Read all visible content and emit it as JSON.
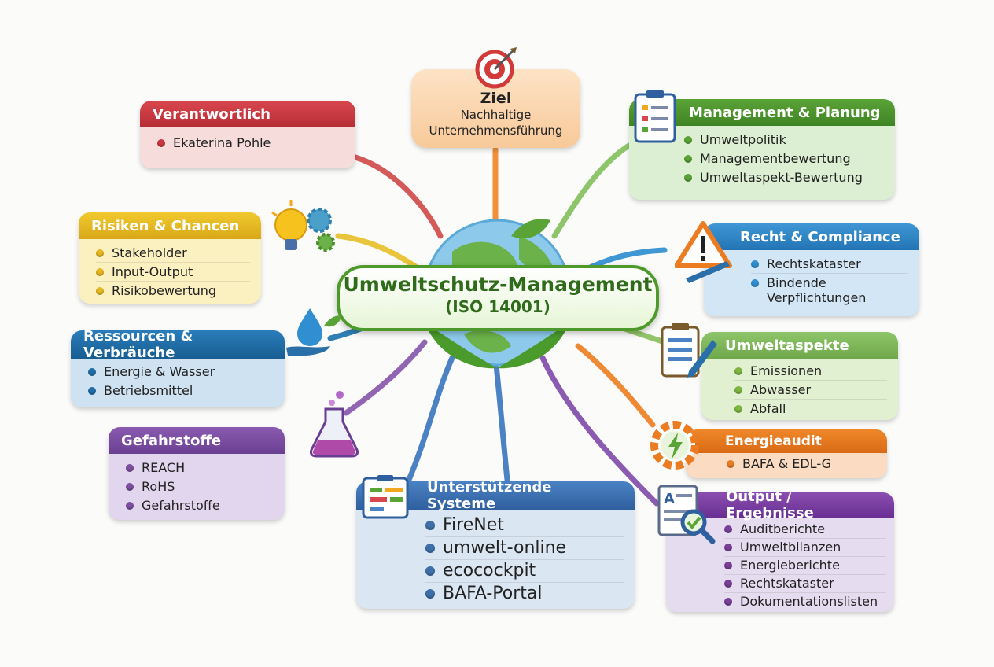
{
  "center": {
    "title": "Umweltschutz-Management",
    "subtitle": "(ISO 14001)"
  },
  "goal": {
    "title": "Ziel",
    "line1": "Nachhaltige",
    "line2": "Unternehmensführung"
  },
  "branches": {
    "verantwortlich": {
      "title": "Verantwortlich",
      "items": [
        "Ekaterina Pohle"
      ]
    },
    "risiken": {
      "title": "Risiken & Chancen",
      "items": [
        "Stakeholder",
        "Input-Output",
        "Risikobewertung"
      ]
    },
    "ressourcen": {
      "title": "Ressourcen & Verbräuche",
      "items": [
        "Energie & Wasser",
        "Betriebsmittel"
      ]
    },
    "gefahrstoffe": {
      "title": "Gefahrstoffe",
      "items": [
        "REACH",
        "RoHS",
        "Gefahrstoffe"
      ]
    },
    "systeme": {
      "title": "Unterstützende Systeme",
      "items": [
        "FireNet",
        "umwelt-online",
        "ecocockpit",
        "BAFA-Portal"
      ]
    },
    "management": {
      "title": "Management & Planung",
      "items": [
        "Umweltpolitik",
        "Managementbewertung",
        "Umweltaspekt-Bewertung"
      ]
    },
    "recht": {
      "title": "Recht & Compliance",
      "items": [
        "Rechtskataster",
        "Bindende Verpflichtungen"
      ]
    },
    "umweltaspekte": {
      "title": "Umweltaspekte",
      "items": [
        "Emissionen",
        "Abwasser",
        "Abfall"
      ]
    },
    "energieaudit": {
      "title": "Energieaudit",
      "items": [
        "BAFA & EDL-G"
      ]
    },
    "output": {
      "title": "Output / Ergebnisse",
      "items": [
        "Auditberichte",
        "Umweltbilanzen",
        "Energieberichte",
        "Rechtskataster",
        "Dokumentationslisten"
      ]
    }
  },
  "colors": {
    "red": "#c9373f",
    "yellow": "#e6b81e",
    "blue": "#1f6fa6",
    "purple": "#7d4f9e",
    "slate": "#3f6fa8",
    "green": "#5aa336",
    "sky": "#2f8fd0",
    "lime": "#7fb542",
    "orange": "#ec7c22",
    "violet": "#7a3f98",
    "center_green": "#4d9a2a"
  }
}
